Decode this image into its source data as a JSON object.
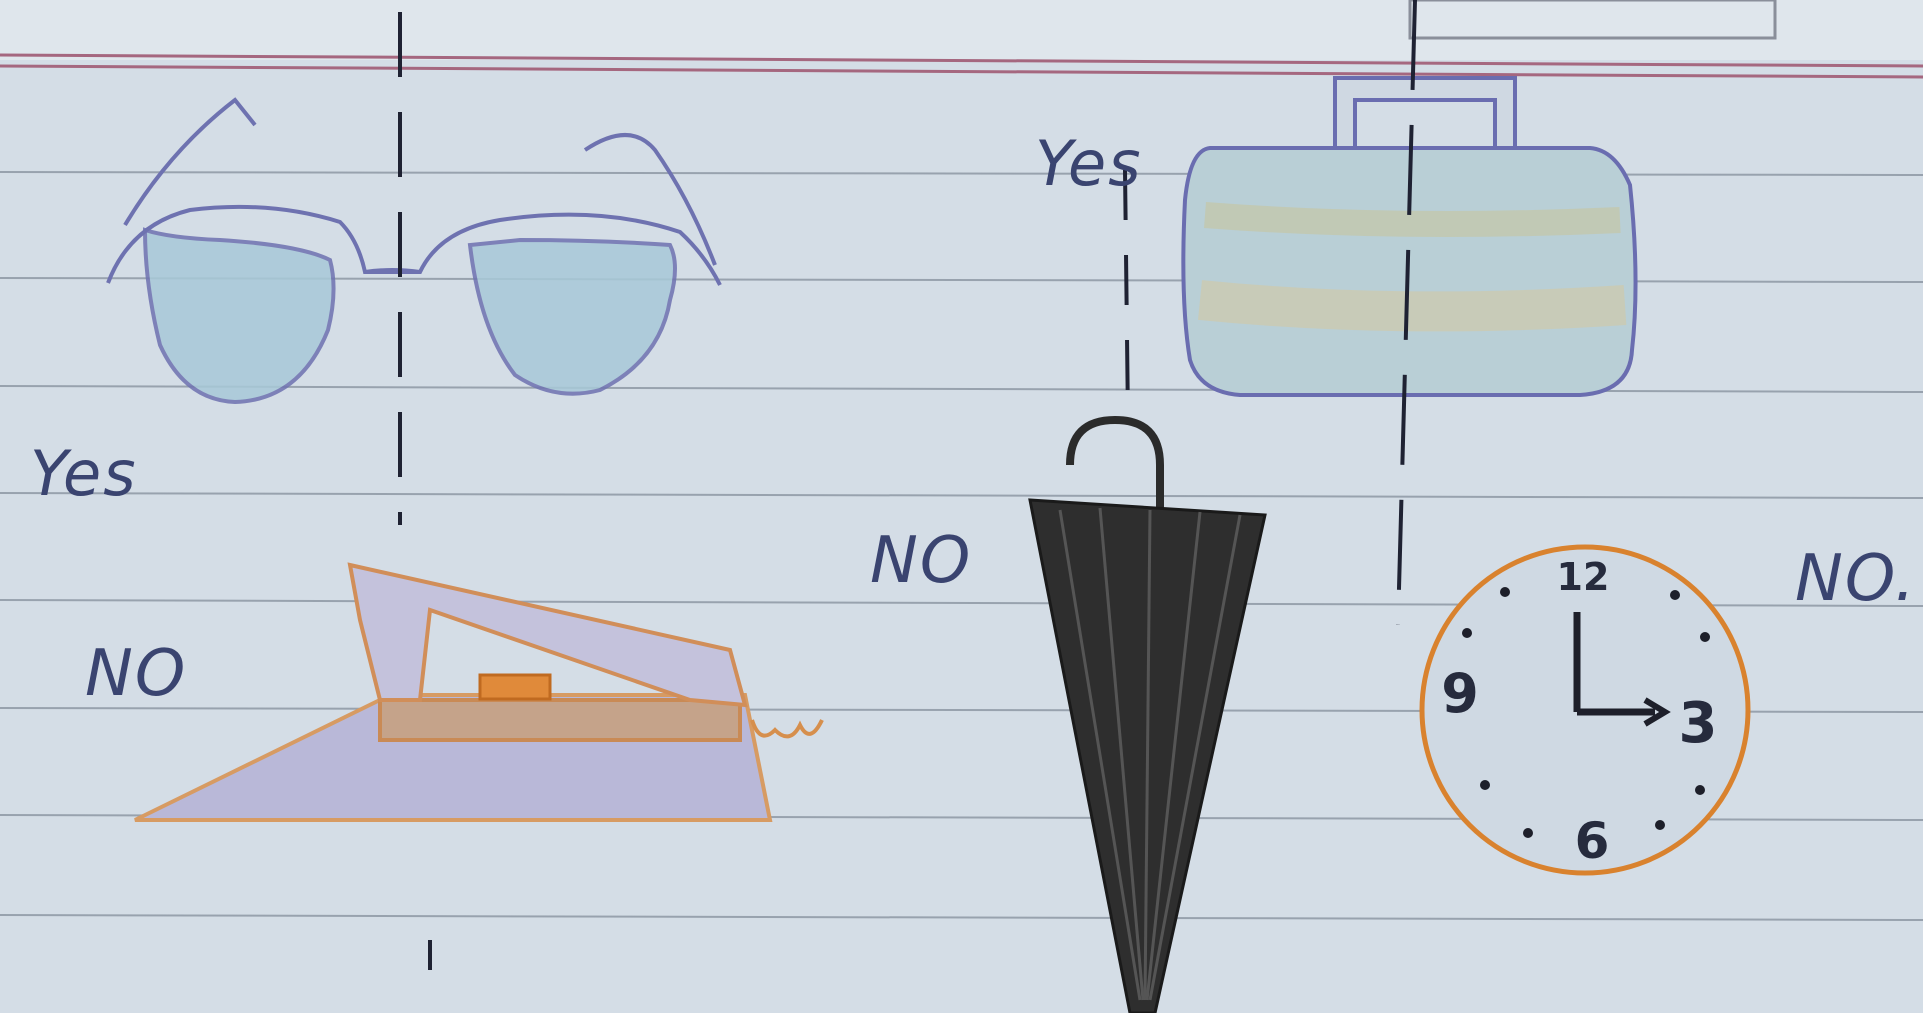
{
  "page": {
    "paper_color": "#d4dde6",
    "rule_color": "#7f8a97",
    "margin_line_color": "#a5677f",
    "ink_color": "#3a4470"
  },
  "labels": {
    "glasses_answer": "Yes",
    "suitcase_answer": "Yes",
    "iron_answer": "NO",
    "umbrella_answer": "NO",
    "clock_answer": "NO."
  },
  "drawings": [
    {
      "name": "spectacles",
      "symmetric": true,
      "color": "#9fc4d6"
    },
    {
      "name": "suitcase",
      "symmetric": true,
      "color": "#c9c8a8"
    },
    {
      "name": "umbrella",
      "symmetric": true,
      "color": "#2b2b2b"
    },
    {
      "name": "iron",
      "symmetric": false,
      "color": "#d89a5a"
    },
    {
      "name": "clock",
      "symmetric": false,
      "color": "#d98a3a"
    }
  ],
  "clock": {
    "numbers": {
      "twelve": "12",
      "three": "3",
      "six": "6",
      "nine": "9"
    },
    "time_shown": "3:00"
  }
}
